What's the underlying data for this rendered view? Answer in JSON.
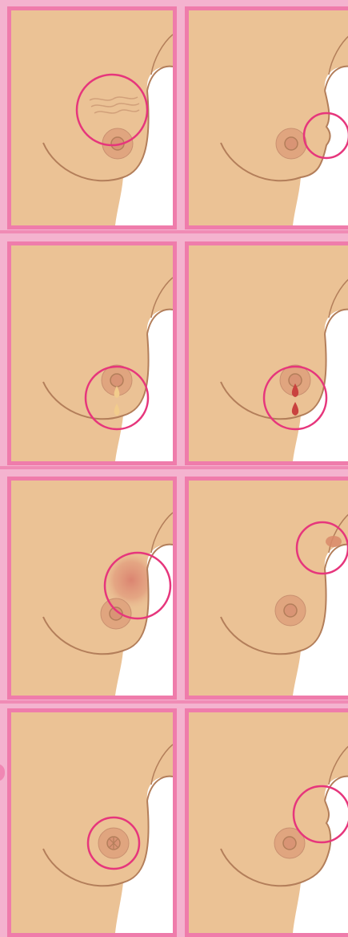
{
  "colors": {
    "page_background": "#f4b3cf",
    "frame": "#ef7cab",
    "skin": "#ebc295",
    "outline": "#b37e5a",
    "areola": "#e0a57f",
    "nipple": "#d99475",
    "highlight_circle": "#e6367c",
    "discharge_clear": "#f2cc8c",
    "discharge_blood": "#c9423f",
    "redness": "#d8796a",
    "cutout": "#ffffff"
  },
  "panels": [
    {
      "id": "skin-dimpling",
      "feature": "wrinkle-lines",
      "marker": "circle-on-upper-breast"
    },
    {
      "id": "contour-change",
      "feature": "indentation",
      "marker": "circle-on-outer-edge"
    },
    {
      "id": "clear-discharge",
      "feature": "pale-drops",
      "marker": "circle-below-nipple"
    },
    {
      "id": "bloody-discharge",
      "feature": "red-drops",
      "marker": "circle-below-nipple"
    },
    {
      "id": "redness-swelling",
      "feature": "red-patch",
      "marker": "circle-on-outer-breast"
    },
    {
      "id": "armpit-lump",
      "feature": "underarm-spot",
      "marker": "circle-on-armpit"
    },
    {
      "id": "nipple-change",
      "feature": "inverted-nipple",
      "marker": "circle-on-nipple"
    },
    {
      "id": "lump-bulge",
      "feature": "edge-bulge",
      "marker": "circle-on-upper-edge"
    }
  ]
}
